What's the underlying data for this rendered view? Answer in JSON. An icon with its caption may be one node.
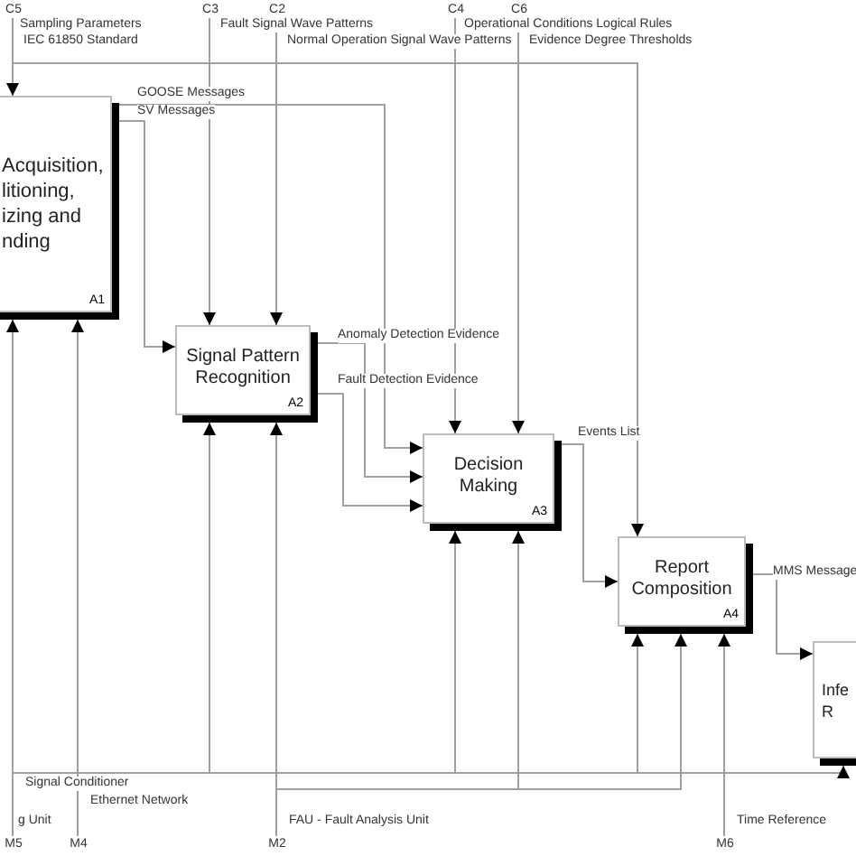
{
  "diagram": {
    "nodes": [
      {
        "text": [
          "C5"
        ]
      },
      {
        "text": [
          "C3"
        ]
      },
      {
        "text": [
          "C2"
        ]
      },
      {
        "text": [
          "C4"
        ]
      },
      {
        "text": [
          "C6"
        ]
      },
      {
        "text": [
          "Acquisition, litioning, izing and nding",
          "A1"
        ]
      },
      {
        "text": [
          "Signal Pattern Recognition",
          "A2"
        ]
      },
      {
        "text": [
          "Decision Making",
          "A3"
        ]
      },
      {
        "text": [
          "Report Composition",
          "A4"
        ]
      },
      {
        "text": [
          "Infe R"
        ]
      },
      {
        "text": [
          "M5"
        ]
      },
      {
        "text": [
          "M4"
        ]
      },
      {
        "text": [
          "M2"
        ]
      },
      {
        "text": [
          "M6"
        ]
      }
    ],
    "edges": [
      {
        "from": 0,
        "to": 5,
        "arrow": "to"
      },
      {
        "from": 0,
        "to": 8,
        "arrow": "to"
      },
      {
        "from": 1,
        "to": 6,
        "arrow": "to"
      },
      {
        "from": 2,
        "to": 6,
        "arrow": "to"
      },
      {
        "from": 3,
        "to": 7,
        "arrow": "to"
      },
      {
        "from": 4,
        "to": 7,
        "arrow": "to"
      },
      {
        "from": 5,
        "to": 7,
        "arrow": "to",
        "label": "GOOSE Messages"
      },
      {
        "from": 5,
        "to": 6,
        "arrow": "to",
        "label": "SV Messages"
      },
      {
        "from": 6,
        "to": 7,
        "arrow": "to",
        "label": "Anomaly Detection Evidence"
      },
      {
        "from": 6,
        "to": 7,
        "arrow": "to",
        "label": "Fault Detection Evidence"
      },
      {
        "from": 7,
        "to": 8,
        "arrow": "to",
        "label": "Events List"
      },
      {
        "from": 8,
        "to": 9,
        "arrow": "to",
        "label": "MMS Message"
      },
      {
        "from": 10,
        "to": 5,
        "arrow": "to"
      },
      {
        "from": 10,
        "to": 6,
        "arrow": "to"
      },
      {
        "from": 10,
        "to": 7,
        "arrow": "to"
      },
      {
        "from": 10,
        "to": 8,
        "arrow": "to"
      },
      {
        "from": 10,
        "to": 9,
        "arrow": "to"
      },
      {
        "from": 11,
        "to": 5,
        "arrow": "to"
      },
      {
        "from": 12,
        "to": 6,
        "arrow": "to"
      },
      {
        "from": 12,
        "to": 7,
        "arrow": "to"
      },
      {
        "from": 12,
        "to": 8,
        "arrow": "to"
      },
      {
        "from": 13,
        "to": 8,
        "arrow": "to"
      }
    ],
    "labels": [
      "Sampling Parameters",
      "IEC 61850 Standard",
      "Fault Signal Wave Patterns",
      "Normal Operation Signal Wave Patterns",
      "Operational Conditions Logical Rules",
      "Evidence Degree Thresholds",
      "Signal Conditioner",
      "Ethernet Network",
      "g Unit",
      "FAU - Fault Analysis Unit",
      "Time Reference"
    ]
  }
}
